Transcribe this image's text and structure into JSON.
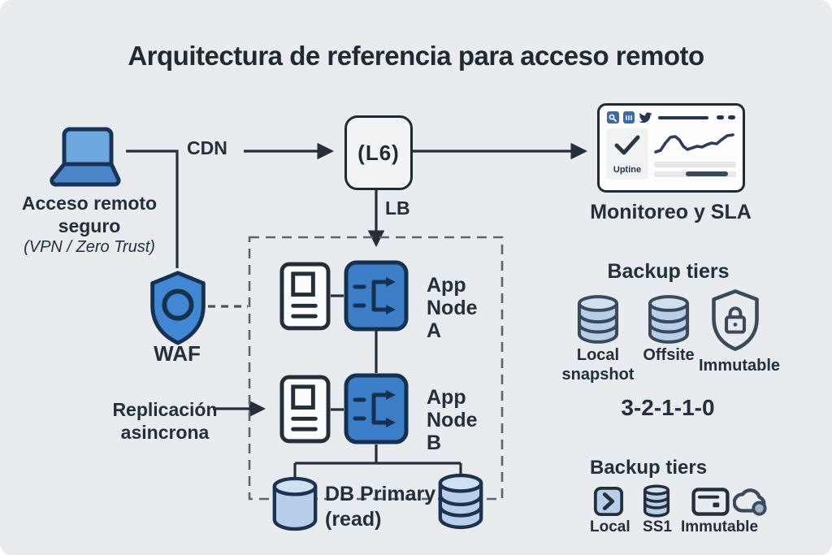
{
  "title": "Arquitectura de referencia para acceso remoto",
  "client": {
    "label": "Acceso remoto seguro",
    "sublabel": "(VPN / Zero Trust)"
  },
  "cdn_label": "CDN",
  "lb": {
    "box_text": "(L6)",
    "label": "LB"
  },
  "monitor": {
    "uptime_label": "Uptine",
    "caption": "Monitoreo y SLA"
  },
  "waf_label": "WAF",
  "app_nodes": {
    "a": "App Node A",
    "b": "App Node B"
  },
  "replication_label": "Replicación asincrona",
  "db_label": "DB Primary (read)",
  "backup_primary": {
    "heading": "Backup tiers",
    "items": [
      {
        "label": "Local snapshot",
        "icon": "database-icon"
      },
      {
        "label": "Offsite",
        "icon": "database-icon"
      },
      {
        "label": "Immutable",
        "icon": "shield-lock-icon"
      }
    ],
    "rule": "3-2-1-1-0"
  },
  "backup_secondary": {
    "heading": "Backup tiers",
    "items": [
      {
        "label": "Local",
        "icon": "chevron-box-icon"
      },
      {
        "label": "SS1",
        "icon": "database-icon"
      },
      {
        "label": "Immutable",
        "icon": "card-icon"
      },
      {
        "label": "",
        "icon": "cloud-icon"
      }
    ]
  },
  "colors": {
    "background": "#e9ecef",
    "ink": "#232f3a",
    "node_blue": "#3d7ec9",
    "light_blue": "#b7cfe9",
    "shield_blue": "#4287d3",
    "panel_white": "#fdfdfe"
  }
}
